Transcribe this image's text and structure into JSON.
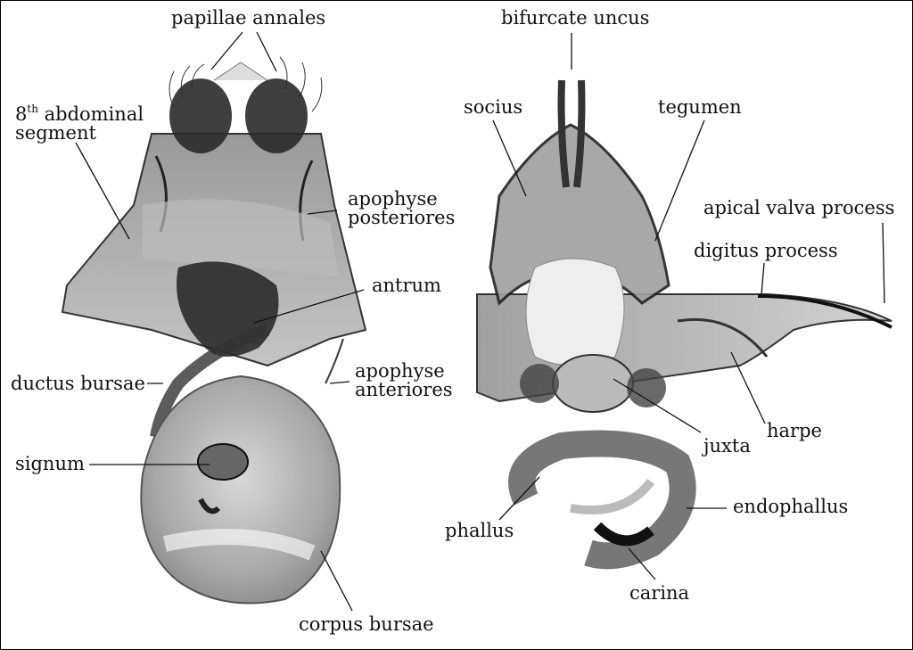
{
  "colors": {
    "ink": "#111111",
    "tissue_dark": "#1a1a1a",
    "tissue_mid": "#6e6e6e",
    "tissue_light": "#b9b9b9"
  },
  "labels": {
    "papillae_annales": "papillae annales",
    "abdominal_line1_num": "8",
    "abdominal_line1_sup": "th",
    "abdominal_line1_rest": " abdominal",
    "abdominal_line2": "segment",
    "apophyse_post_1": "apophyse",
    "apophyse_post_2": "posteriores",
    "antrum": "antrum",
    "ductus_bursae": "ductus bursae",
    "apophyse_ant_1": "apophyse",
    "apophyse_ant_2": "anteriores",
    "signum": "signum",
    "corpus_bursae": "corpus bursae",
    "bifurcate_uncus": "bifurcate uncus",
    "socius": "socius",
    "tegumen": "tegumen",
    "apical_valva_process": "apical valva process",
    "digitus_process": "digitus process",
    "juxta": "juxta",
    "harpe": "harpe",
    "endophallus": "endophallus",
    "phallus": "phallus",
    "carina": "carina"
  }
}
